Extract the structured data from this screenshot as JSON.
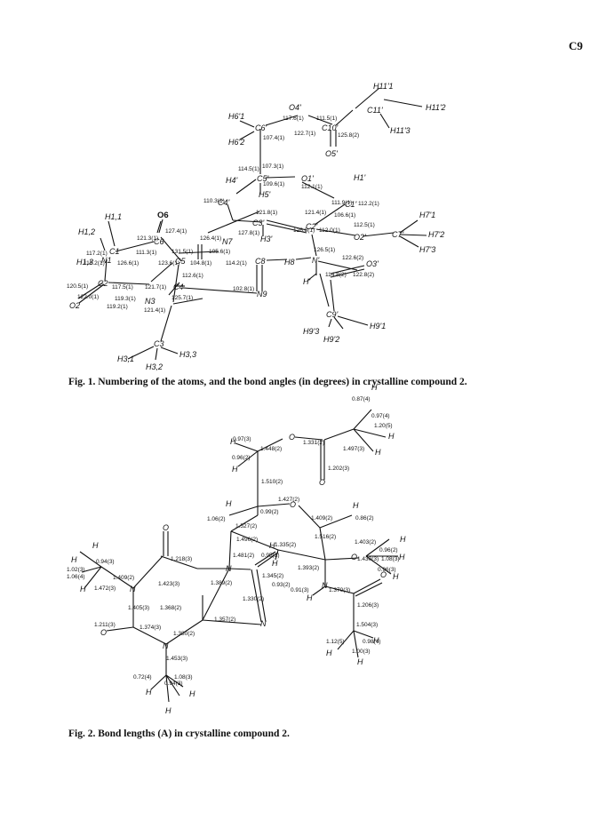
{
  "page_number": "C9",
  "figure1": {
    "caption": "Fig. 1. Numbering of the atoms, and the bond angles (in degrees) in crystalline compound 2.",
    "atom_labels": [
      "H11'1",
      "C11'",
      "H11'2",
      "H11'3",
      "O4'",
      "H6'1",
      "C6'",
      "C10'",
      "H6'2",
      "O5'",
      "H4'",
      "C5'",
      "O1'",
      "H1'",
      "C4'",
      "C1'",
      "H5'",
      "C3'",
      "C2'",
      "O2'",
      "C7'",
      "H7'1",
      "H7'2",
      "H7'3",
      "H3'",
      "H1,1",
      "H1,2",
      "C1",
      "H1,3",
      "O6",
      "C6",
      "N7",
      "C8",
      "H8",
      "N'",
      "H'",
      "O3'",
      "C5",
      "C4",
      "N9",
      "C9'",
      "H9'3",
      "H9'1",
      "H9'2",
      "C2",
      "O2",
      "N3",
      "C3",
      "H3,1",
      "H3,3",
      "H3,2",
      "N1"
    ],
    "angle_values": [
      "117.6(1)",
      "111.5(1)",
      "122.7(1)",
      "125.8(2)",
      "107.4(1)",
      "114.5(1)",
      "107.3(1)",
      "109.6(1)",
      "112.1(1)",
      "110.3(1)",
      "111.9(1)",
      "112.2(1)",
      "121.8(1)",
      "121.4(1)",
      "106.6(1)",
      "112.5(1)",
      "126.8(1)",
      "112.0(1)",
      "127.8(1)",
      "126.4(1)",
      "121.3(1)",
      "127.4(1)",
      "117.2(1)",
      "111.3(1)",
      "131.5(1)",
      "105.6(1)",
      "116.2(1)",
      "126.6(1)",
      "123.6(1)",
      "104.8(1)",
      "114.2(1)",
      "126.5(1)",
      "122.6(2)",
      "114.8(2)",
      "122.8(2)",
      "112.6(1)",
      "120.5(1)",
      "117.5(1)",
      "121.7(1)",
      "102.8(1)",
      "122.0(1)",
      "119.3(1)",
      "125.7(1)",
      "119.2(1)",
      "121.4(1)"
    ]
  },
  "figure2": {
    "caption": "Fig. 2. Bond lengths (A) in crystalline compound 2.",
    "atom_labels": [
      "H",
      "O",
      "N"
    ],
    "bond_values": [
      "0.87(4)",
      "0.97(4)",
      "1.20(5)",
      "0.97(3)",
      "1.448(2)",
      "1.331(2)",
      "1.497(3)",
      "0.96(2)",
      "1.202(3)",
      "1.510(2)",
      "1.427(2)",
      "1.06(2)",
      "0.99(2)",
      "1.527(2)",
      "1.409(2)",
      "0.86(2)",
      "1.496(2)",
      "1.516(2)",
      "1.335(2)",
      "1.481(2)",
      "0.95(2)",
      "1.403(2)",
      "0.96(2)",
      "1.430(3)",
      "1.08(3)",
      "0.96(3)",
      "1.218(3)",
      "1.393(2)",
      "0.94(3)",
      "1.02(3)",
      "1.06(4)",
      "1.409(2)",
      "1.472(3)",
      "1.423(3)",
      "1.389(2)",
      "1.345(2)",
      "0.93(2)",
      "0.91(3)",
      "1.370(3)",
      "1.330(2)",
      "1.206(3)",
      "1.405(3)",
      "1.368(2)",
      "1.357(2)",
      "1.211(3)",
      "1.374(3)",
      "1.380(2)",
      "1.504(3)",
      "1.12(5)",
      "0.98(4)",
      "1.00(3)",
      "1.453(3)",
      "0.72(4)",
      "1.08(3)",
      "0.94(3)"
    ]
  }
}
